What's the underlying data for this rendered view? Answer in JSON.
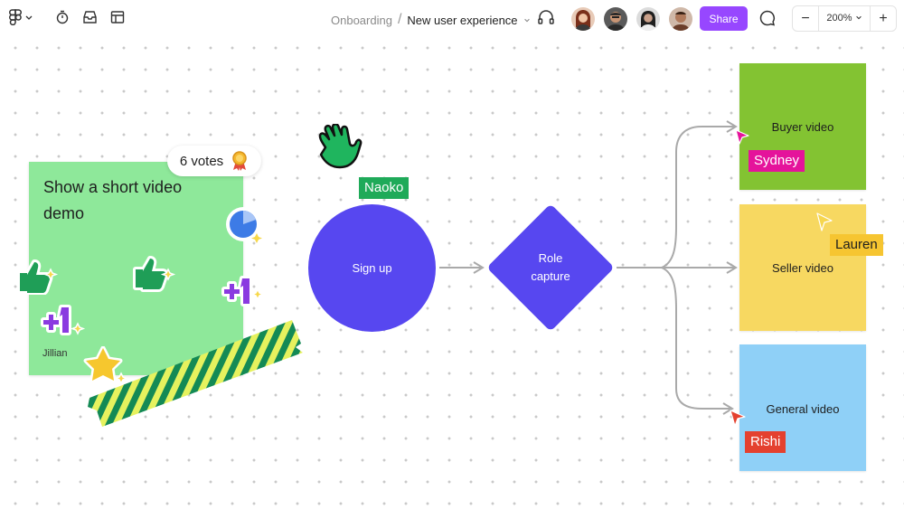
{
  "toolbar": {
    "icons": [
      "figma-logo-icon",
      "chevron-down-icon",
      "timer-icon",
      "inbox-icon",
      "layout-icon"
    ]
  },
  "breadcrumb": {
    "project": "Onboarding",
    "separator": "/",
    "file": "New user experience"
  },
  "header": {
    "avatars": [
      "avatar-user-1",
      "avatar-user-2",
      "avatar-user-3",
      "avatar-user-4"
    ],
    "share_label": "Share",
    "zoom_level": "200%",
    "zoom_minus": "−",
    "zoom_plus": "+"
  },
  "canvas": {
    "sticky_note": {
      "text_line1": "Show a short video",
      "text_line2": "demo",
      "author": "Jillian",
      "color": "#8ee89a"
    },
    "votes_badge": "6 votes",
    "flow": {
      "signup": {
        "label": "Sign up",
        "color": "#5747f0"
      },
      "role": {
        "line1": "Role",
        "line2": "capture",
        "color": "#5747f0"
      }
    },
    "boxes": [
      {
        "label": "Buyer video",
        "color": "#83c332"
      },
      {
        "label": "Seller video",
        "color": "#f7d861"
      },
      {
        "label": "General video",
        "color": "#8fd0f7"
      }
    ],
    "cursors": [
      {
        "name": "Naoko",
        "color": "#1faa59"
      },
      {
        "name": "Sydney",
        "color": "#e5139b"
      },
      {
        "name": "Lauren",
        "color": "#f6c531"
      },
      {
        "name": "Rishi",
        "color": "#e4412f"
      }
    ]
  }
}
